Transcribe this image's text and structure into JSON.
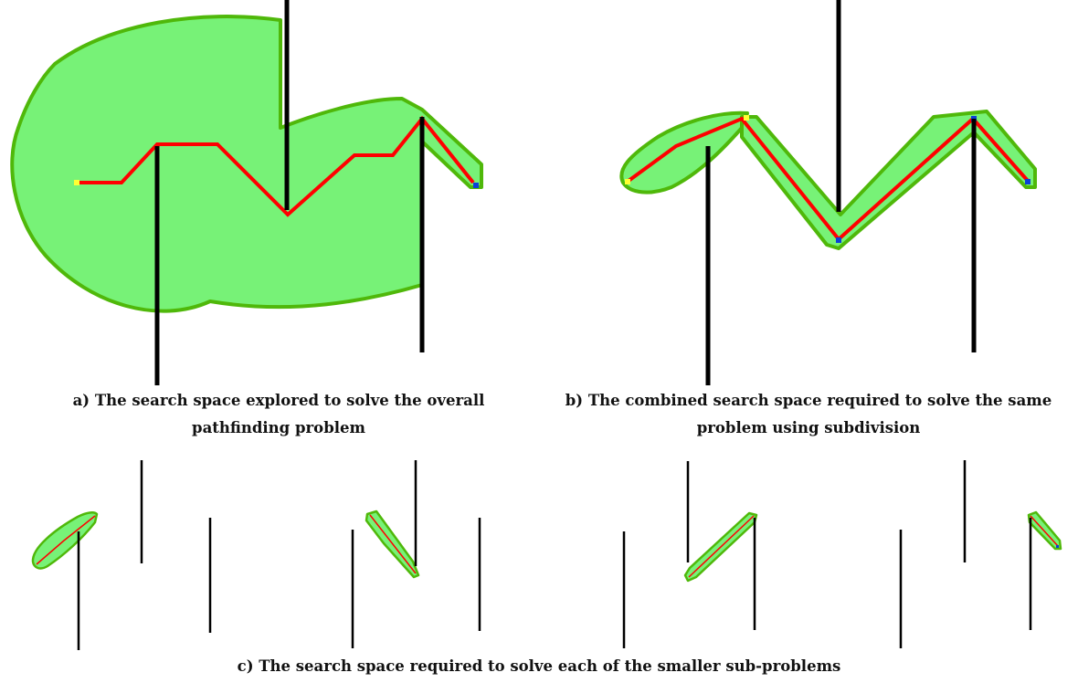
{
  "captions": {
    "a": [
      "a) The search space explored to solve the overall",
      "pathfinding problem"
    ],
    "b": [
      "b) The combined search space required to solve the same",
      "problem using subdivision"
    ],
    "c": "c) The search space required to solve each of the smaller sub-problems"
  },
  "colors": {
    "search_space_fill": "#77f277",
    "search_space_border": "#4fb80a",
    "path": "#ff0000",
    "obstacle": "#000000",
    "start": "#ffff33",
    "goal": "#0b3fd8"
  },
  "legend_semantics": {
    "green_region": "explored search space",
    "red_line": "found path",
    "black_bars": "obstacles",
    "yellow_marker": "start",
    "blue_marker": "goal"
  }
}
